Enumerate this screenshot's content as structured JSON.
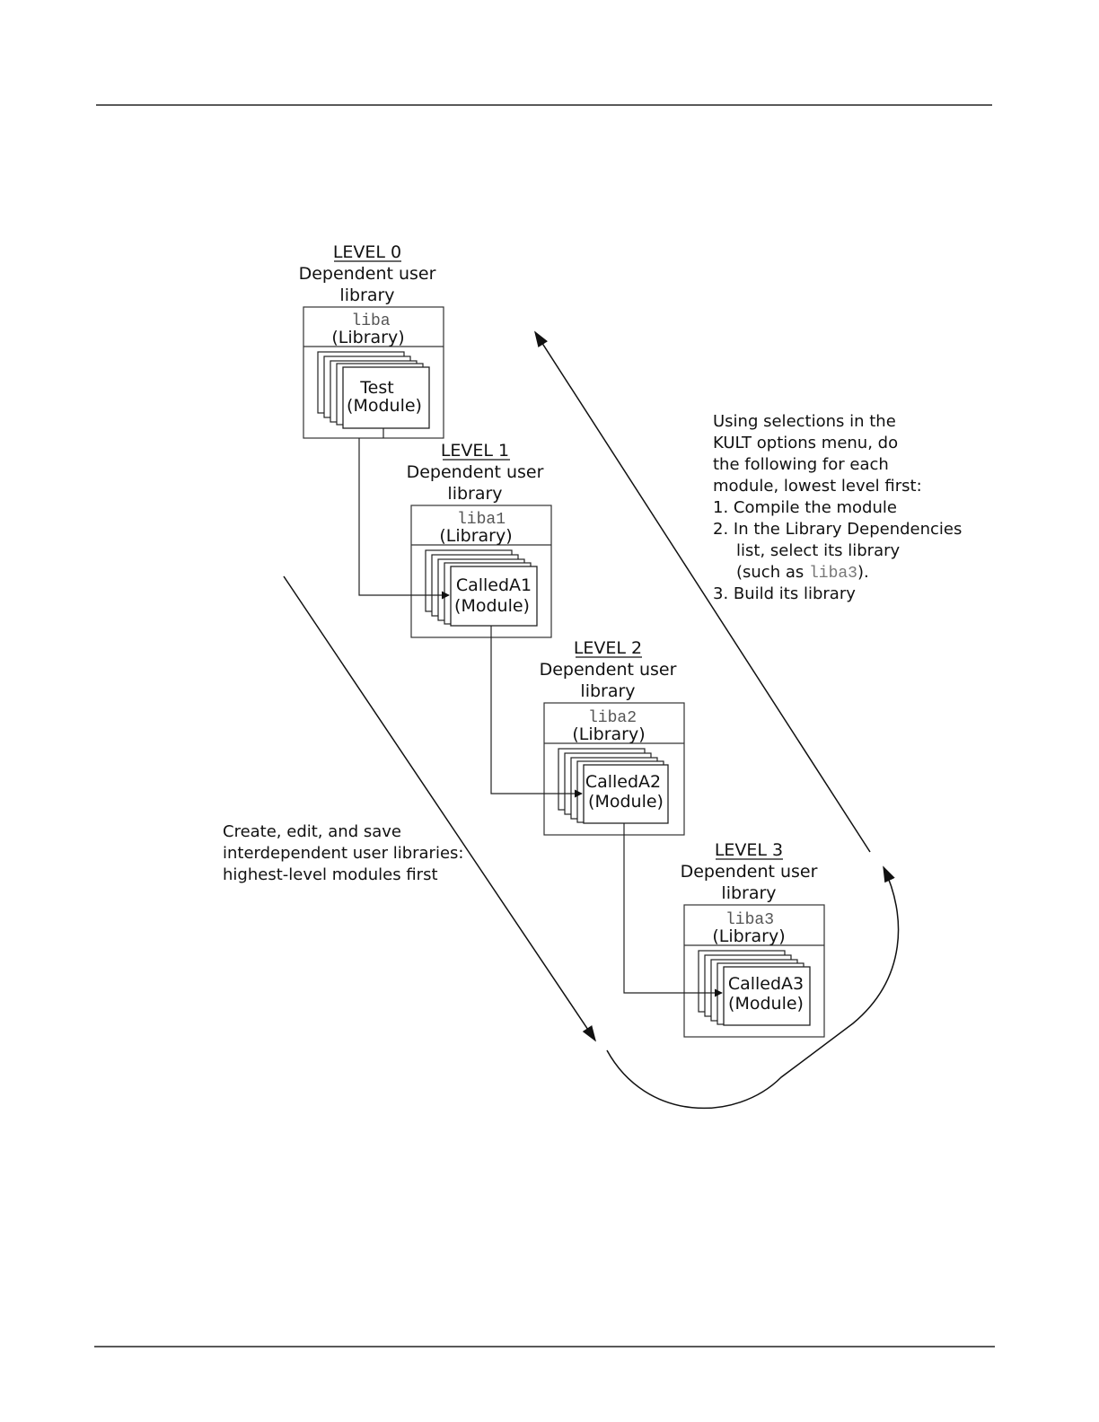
{
  "levels": [
    {
      "level_label": "LEVEL 0",
      "line1": "Dependent user",
      "line2": "library",
      "lib_name": "liba",
      "lib_type": "(Library)",
      "module_name": "Test",
      "module_type": "(Module)"
    },
    {
      "level_label": "LEVEL 1",
      "line1": "Dependent user",
      "line2": "library",
      "lib_name": "liba1",
      "lib_type": "(Library)",
      "module_name": "CalledA1",
      "module_type": "(Module)"
    },
    {
      "level_label": "LEVEL 2",
      "line1": "Dependent user",
      "line2": "library",
      "lib_name": "liba2",
      "lib_type": "(Library)",
      "module_name": "CalledA2",
      "module_type": "(Module)"
    },
    {
      "level_label": "LEVEL 3",
      "line1": "Dependent user",
      "line2": "library",
      "lib_name": "liba3",
      "lib_type": "(Library)",
      "module_name": "CalledA3",
      "module_type": "(Module)"
    }
  ],
  "left_note": {
    "lines": [
      "Create, edit, and save",
      "interdependent user libraries:",
      "highest-level modules first"
    ]
  },
  "right_note": {
    "line1": "Using selections in the",
    "line2": "KULT options menu, do",
    "line3": "the following for each",
    "line4": "module, lowest level first:",
    "line5": "1. Compile the module",
    "line6": "2. In the Library Dependencies",
    "line7": "list, select its library",
    "line8_pre": "(such as ",
    "line8_code": "liba3",
    "line8_post": ").",
    "line9": "3. Build its library"
  }
}
